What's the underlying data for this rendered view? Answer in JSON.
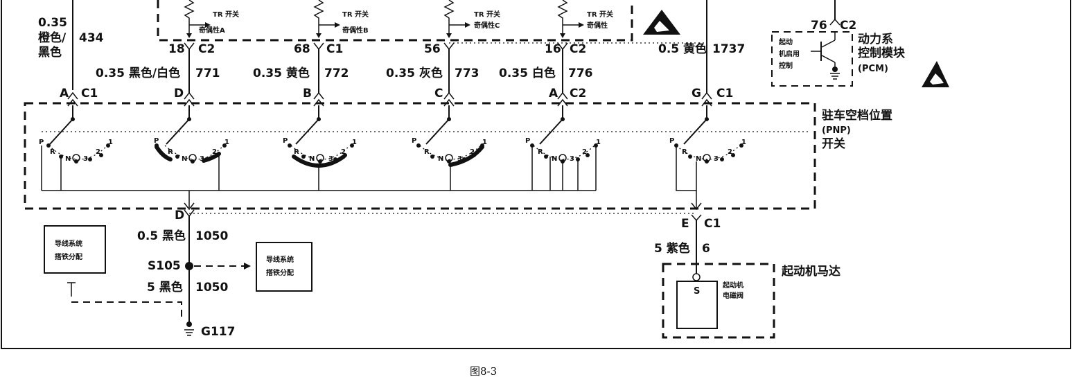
{
  "wire_left": {
    "size": "0.35",
    "color": "橙色/",
    "color2": "黑色",
    "circuit": "434"
  },
  "tr_switches": [
    {
      "label": "TR 开关",
      "sub": "奇偶性A"
    },
    {
      "label": "TR 开关",
      "sub": "奇偶性B"
    },
    {
      "label": "TR 开关",
      "sub": "奇偶性C"
    },
    {
      "label": "TR 开关",
      "sub": "奇偶性"
    }
  ],
  "pcm_connectors": [
    {
      "pin": "18",
      "conn": "C2"
    },
    {
      "pin": "68",
      "conn": "C1"
    },
    {
      "pin": "56",
      "conn": ""
    },
    {
      "pin": "16",
      "conn": "C2"
    }
  ],
  "signal_wires": [
    {
      "spec": "0.35 黑色/白色",
      "circuit": "771"
    },
    {
      "spec": "0.35  黄色",
      "circuit": "772"
    },
    {
      "spec": "0.35 灰色",
      "circuit": "773"
    },
    {
      "spec": "0.35 白色",
      "circuit": "776"
    }
  ],
  "pnp_pins": [
    {
      "pin": "A",
      "conn": "C1"
    },
    {
      "pin": "D",
      "conn": ""
    },
    {
      "pin": "B",
      "conn": ""
    },
    {
      "pin": "C",
      "conn": ""
    },
    {
      "pin": "A",
      "conn": "C2"
    },
    {
      "pin": "G",
      "conn": "C1"
    }
  ],
  "gear_labels": {
    "p": "P",
    "r": "R",
    "n": "N",
    "three": "3",
    "two": "2",
    "one": "1"
  },
  "pnp_switch": {
    "line1": "驻车空档位置",
    "line2": "(PNP)",
    "line3": "开关"
  },
  "right_wire": {
    "spec": "0.5 黄色",
    "circuit": "1737"
  },
  "pcm": {
    "pin": "76",
    "conn": "C2",
    "title1": "动力系",
    "title2": "控制模块",
    "title3": "(PCM)",
    "inner1": "起动",
    "inner2": "机启用",
    "inner3": "控制"
  },
  "bottom_left": {
    "pin": "D",
    "wire1": {
      "spec": "0.5 黑色",
      "circuit": "1050"
    },
    "splice": "S105",
    "wire2": {
      "spec": "5 黑色",
      "circuit": "1050"
    },
    "ground": "G117",
    "box1_line1": "导线系统",
    "box1_line2": "搭铁分配",
    "box2_line1": "导线系统",
    "box2_line2": "搭铁分配"
  },
  "bottom_right": {
    "pin": "E",
    "conn": "C1",
    "wire": {
      "spec": "5 紫色",
      "circuit": "6"
    },
    "motor_title": "起动机马达",
    "solenoid_letter": "S",
    "solenoid1": "起动机",
    "solenoid2": "电磁阀"
  },
  "caption": "图8-3"
}
